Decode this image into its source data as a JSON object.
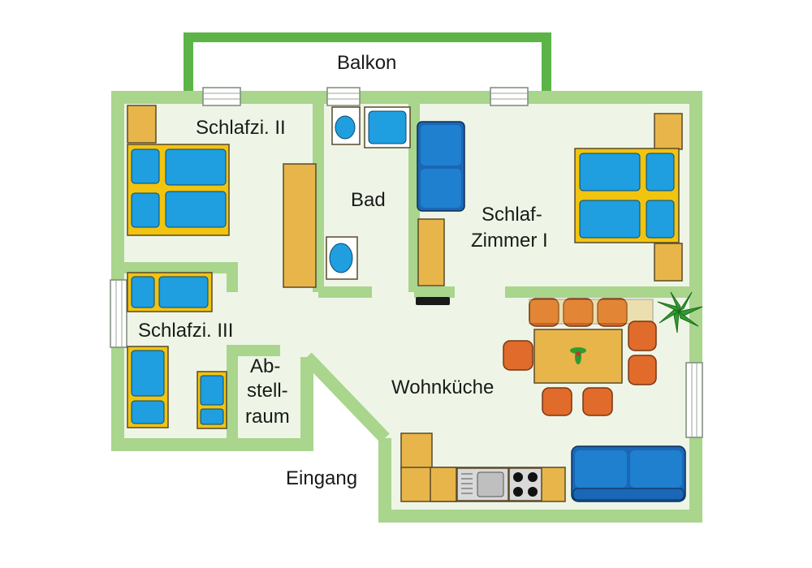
{
  "labels": {
    "balkon": "Balkon",
    "schlafzi_2": "Schlafzi. II",
    "bad": "Bad",
    "schlafzimmer_1_line1": "Schlaf-",
    "schlafzimmer_1_line2": "Zimmer I",
    "schlafzi_3": "Schlafzi. III",
    "abstellraum_line1": "Ab-",
    "abstellraum_line2": "stell-",
    "abstellraum_line3": "raum",
    "wohnkueche": "Wohnküche",
    "eingang": "Eingang"
  },
  "colors": {
    "wall": "#a9d58c",
    "floor": "#eef5e6",
    "balcony_rail": "#5cb447",
    "furniture": "#e8b54a",
    "furniture_edge": "#5a4a2a",
    "bed_frame": "#f1c40f",
    "cushion": "#1f9ee0",
    "sofa": "#1a67b5",
    "chair": "#e06b2a",
    "plant": "#2f9c2f",
    "window": "#ffffff"
  }
}
